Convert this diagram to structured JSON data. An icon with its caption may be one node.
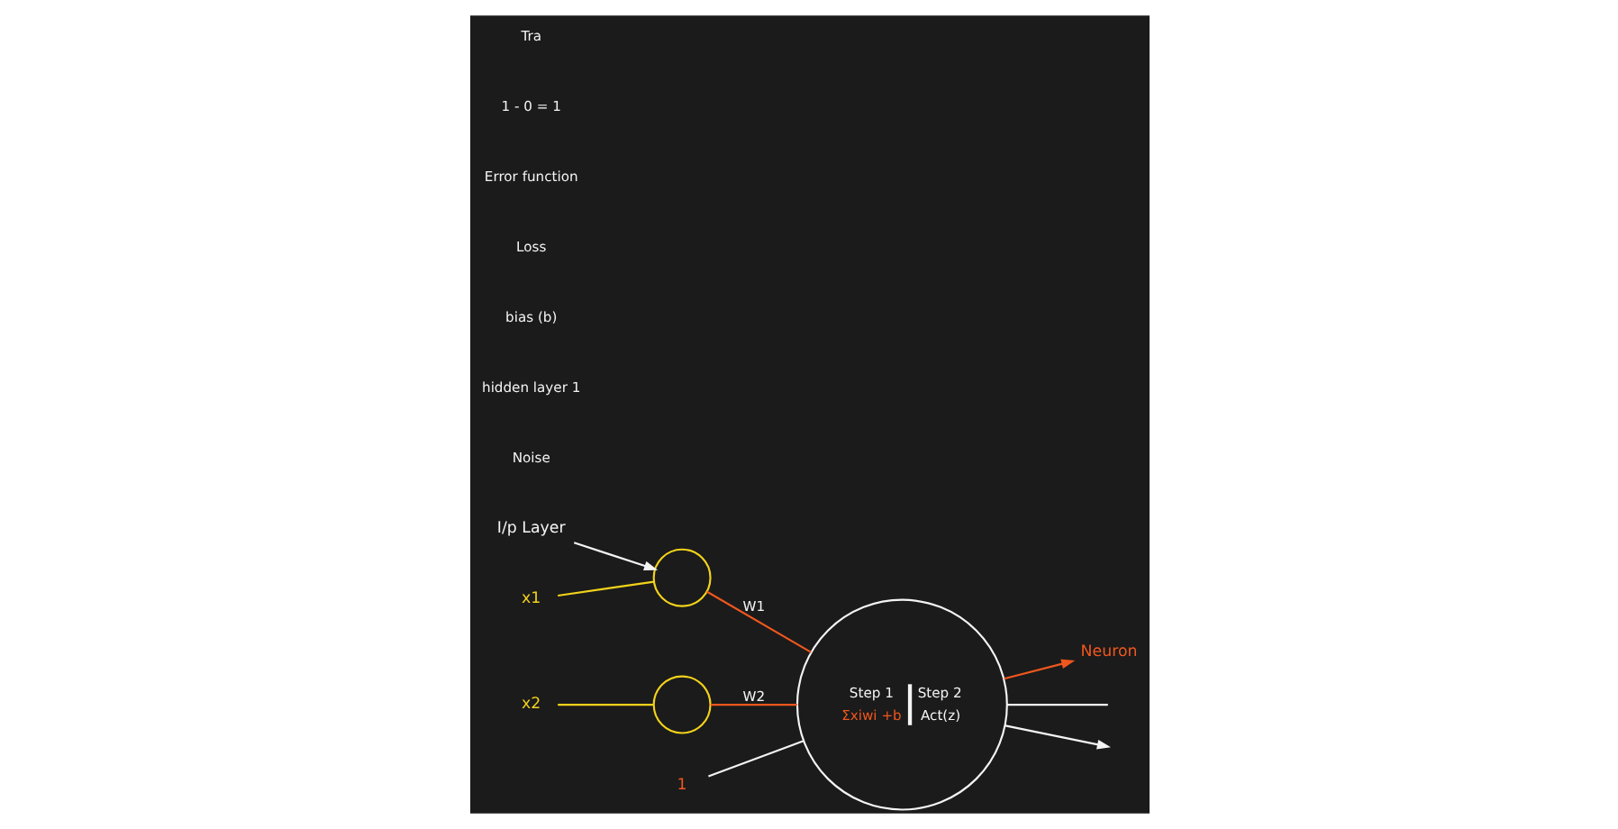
{
  "diagram": {
    "nodes": [
      {
        "text": [
          "I/p Layer"
        ]
      },
      {
        "text": [
          "1"
        ]
      },
      {
        "text": [
          "x1"
        ]
      },
      {
        "text": [],
        "shape": "circle"
      },
      {
        "text": [
          "Step 1",
          "Σxiwi +b",
          "Step 2",
          "Act(z)"
        ]
      },
      {
        "text": [],
        "shape": "circle"
      },
      {
        "text": [
          "x2"
        ]
      },
      {
        "text": [
          "Neuron"
        ]
      }
    ],
    "edges": [
      {
        "from": 0,
        "to": 3,
        "arrow": "to"
      },
      {
        "from": 2,
        "to": 3,
        "arrow": "none",
        "color": "#f2d21b"
      },
      {
        "from": 6,
        "to": 5,
        "arrow": "none",
        "color": "#f2d21b"
      },
      {
        "from": 3,
        "to": 4,
        "arrow": "none",
        "label": "W1",
        "color": "#f0571e"
      },
      {
        "from": 5,
        "to": 4,
        "arrow": "none",
        "label": "W2",
        "color": "#f0571e"
      },
      {
        "from": 1,
        "to": 4,
        "arrow": "none"
      },
      {
        "from": 4,
        "to": null,
        "arrow": "none"
      },
      {
        "from": 4,
        "to": null,
        "arrow": "to"
      },
      {
        "from": 4,
        "to": 7,
        "arrow": "to",
        "color": "#f0571e"
      }
    ],
    "labels": [
      "Noise",
      "hidden layer 1",
      "bias (b)",
      "Loss",
      "Error function",
      "1 - 0 = 1",
      "Tra"
    ]
  }
}
